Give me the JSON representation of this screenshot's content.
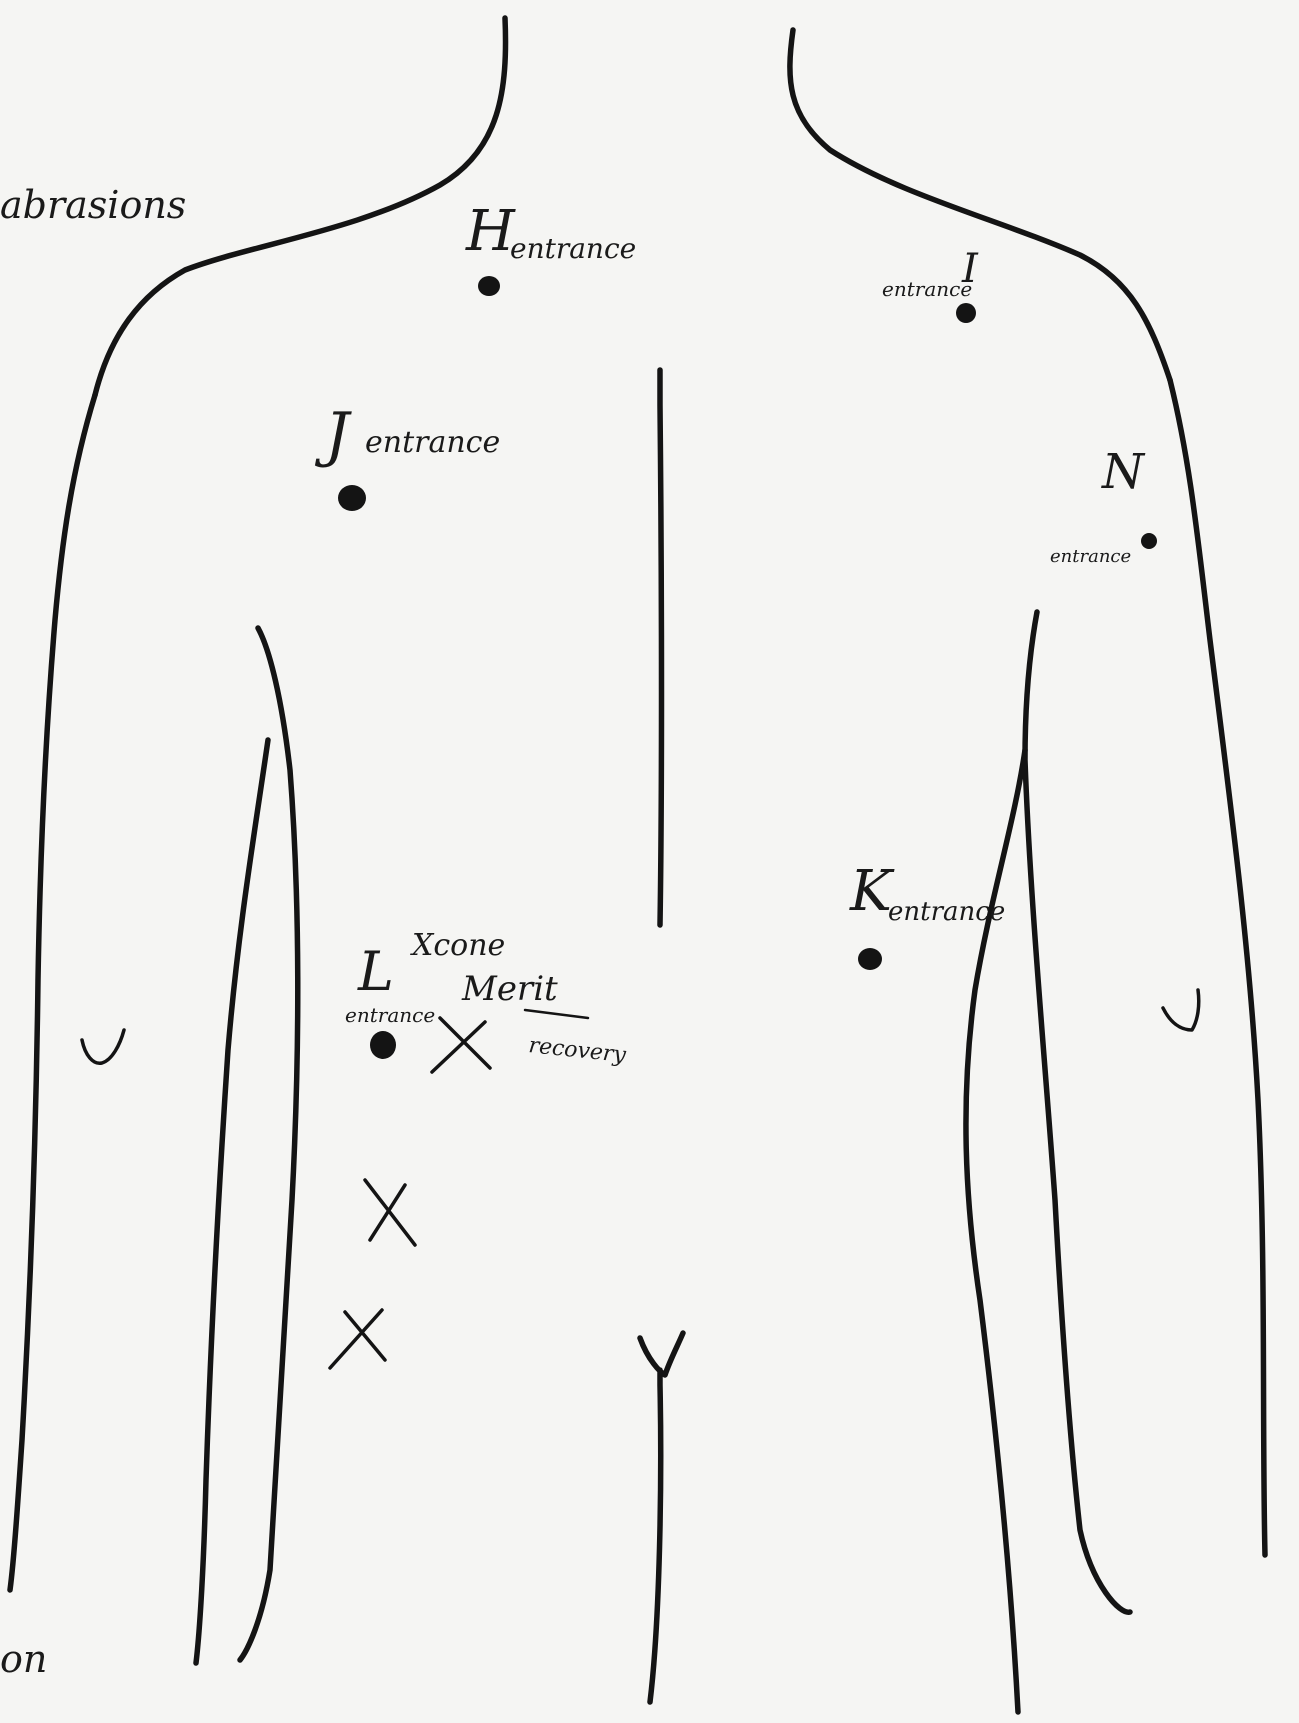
{
  "title": "",
  "notes": {
    "abrasions": "abrasions",
    "bottom_left_fragment": "on"
  },
  "wound_labels": {
    "H": {
      "letter": "H",
      "text": "entrance"
    },
    "I": {
      "letter": "I",
      "text": "entrance"
    },
    "J": {
      "letter": "J",
      "text": "entrance"
    },
    "N": {
      "letter": "N",
      "text": "entrance"
    },
    "K": {
      "letter": "K",
      "text": "entrance"
    },
    "L": {
      "letter": "L",
      "text": "entrance"
    }
  },
  "annotations": {
    "xcone": "Xcone",
    "merit": "Merit",
    "recovery": "recovery"
  },
  "colors": {
    "ink": "#141414",
    "paper": "#f5f5f3"
  }
}
